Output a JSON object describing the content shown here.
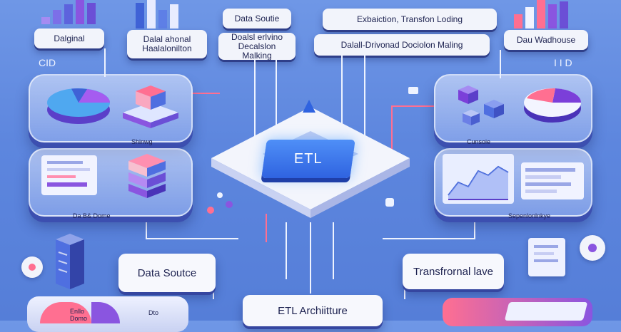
{
  "labels": {
    "original": "Dalginal",
    "dual_channel": "Dalal ahonal\nHaalalonilton",
    "data_source_top": "Data Soutie",
    "data_driven_small": "Doalsl erlvino\nDecalslon Malking",
    "extraction": "Exbaiction, Transfon Loding",
    "data_driven_wide": "Dalall-Drivonad Dociolon Maling",
    "data_warehouse": "Dau Wadhouse",
    "side_left": "CID",
    "side_right": "I I D"
  },
  "captions": {
    "storage": "Shinwg",
    "data_store": "Da B& Dome",
    "cloud_store": "Cunsoie",
    "transformation": "Sepenlonlnkye",
    "bottom_left_1": "Enllo\nDomo",
    "bottom_left_2": "Dto"
  },
  "etl_chip": "ETL",
  "data_source_box": "Data Soutce",
  "transformation_box": "Transfrornal lave",
  "architecture_box": "ETL Archiitture",
  "colors": {
    "background": "#5d86de",
    "chip": "#3f7ff2",
    "accent_pink": "#ff6f91",
    "accent_purple": "#7b3fd9",
    "panel_edge": "#3c4fb0"
  }
}
